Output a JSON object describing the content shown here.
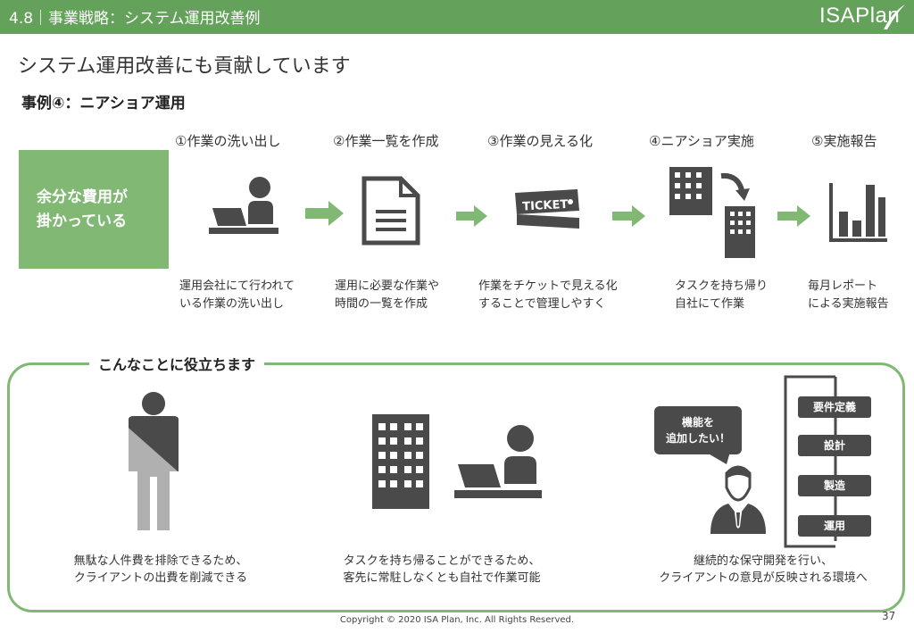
{
  "header": {
    "section_label": "4.8｜事業戦略：システム運用改善例",
    "brand": "ISAPlan"
  },
  "page_heading": "システム運用改善にも貢献しています",
  "case_title": "事例④：ニアショア運用",
  "problem_box": "余分な費用が\n掛かっている",
  "steps": [
    {
      "title": "①作業の洗い出し",
      "desc": "運用会社にて行われて\nいる作業の洗い出し",
      "icon": "worker-laptop-icon"
    },
    {
      "title": "②作業一覧を作成",
      "desc": "運用に必要な作業や\n時間の一覧を作成",
      "icon": "document-icon"
    },
    {
      "title": "③作業の見える化",
      "desc": "作業をチケットで見える化\nすることで管理しやすく",
      "icon": "ticket-icon",
      "ticket_text": "TICKET"
    },
    {
      "title": "④ニアショア実施",
      "desc": "タスクを持ち帰り\n自社にて作業",
      "icon": "building-transfer-icon"
    },
    {
      "title": "⑤実施報告",
      "desc": "毎月レポート\nによる実施報告",
      "icon": "bar-chart-icon"
    }
  ],
  "benefits": {
    "heading": "こんなことに役立ちます",
    "items": [
      {
        "text": "無駄な人件費を排除できるため、\nクライアントの出費を削減できる",
        "icon": "half-person-icon"
      },
      {
        "text": "タスクを持ち帰ることができるため、\n客先に常駐しなくとも自社で作業可能",
        "icon": "office-worker-icon"
      },
      {
        "text": "継続的な保守開発を行い、\nクライアントの意見が反映される環境へ",
        "icon": "businessman-icon"
      }
    ],
    "bubble": "機能を\n追加したい！",
    "process": [
      "要件定義",
      "設計",
      "製造",
      "運用"
    ]
  },
  "footer": {
    "copyright": "Copyright © 2020 ISA Plan, Inc. All Rights Reserved.",
    "page_number": "37"
  },
  "colors": {
    "accent": "#64a15a",
    "box_green": "#80b874",
    "icon_dark": "#4a4a4a",
    "icon_light": "#b0b0b0"
  }
}
